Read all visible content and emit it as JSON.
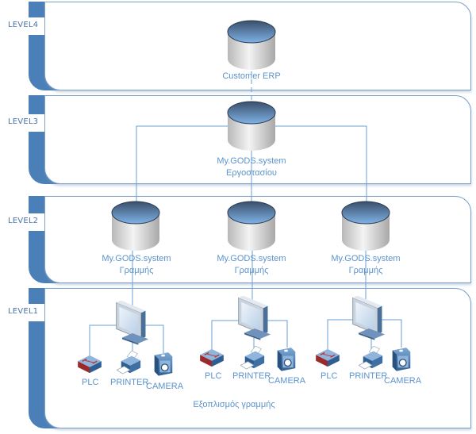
{
  "levels": [
    {
      "id": "l4",
      "label": "LEVEL4"
    },
    {
      "id": "l3",
      "label": "LEVEL3"
    },
    {
      "id": "l2",
      "label": "LEVEL2"
    },
    {
      "id": "l1",
      "label": "LEVEL1"
    }
  ],
  "nodes": {
    "erp": {
      "label": "Customer ERP",
      "icon": "database-icon"
    },
    "factory": {
      "line1": "My.GODS.system",
      "line2": "Εργοστασίου",
      "icon": "database-icon"
    },
    "lines": [
      {
        "line1": "My.GODS.system",
        "line2": "Γραμμής",
        "icon": "database-icon"
      },
      {
        "line1": "My.GODS.system",
        "line2": "Γραμμής",
        "icon": "database-icon"
      },
      {
        "line1": "My.GODS.system",
        "line2": "Γραμμής",
        "icon": "database-icon"
      }
    ]
  },
  "equipment_groups": [
    {
      "workstation_icon": "monitor-icon",
      "devices": [
        {
          "label": "PLC",
          "icon": "plc-icon"
        },
        {
          "label": "PRINTER",
          "icon": "printer-icon"
        },
        {
          "label": "CAMERA",
          "icon": "camera-icon"
        }
      ]
    },
    {
      "workstation_icon": "monitor-icon",
      "devices": [
        {
          "label": "PLC",
          "icon": "plc-icon"
        },
        {
          "label": "PRINTER",
          "icon": "printer-icon"
        },
        {
          "label": "CAMERA",
          "icon": "camera-icon"
        }
      ]
    },
    {
      "workstation_icon": "monitor-icon",
      "devices": [
        {
          "label": "PLC",
          "icon": "plc-icon"
        },
        {
          "label": "PRINTER",
          "icon": "printer-icon"
        },
        {
          "label": "CAMERA",
          "icon": "camera-icon"
        }
      ]
    }
  ],
  "equipment_caption": "Εξοπλισμός γραμμής",
  "colors": {
    "accent": "#4a7fb8",
    "connector": "#6a9fd4",
    "text": "#5b93cc"
  }
}
